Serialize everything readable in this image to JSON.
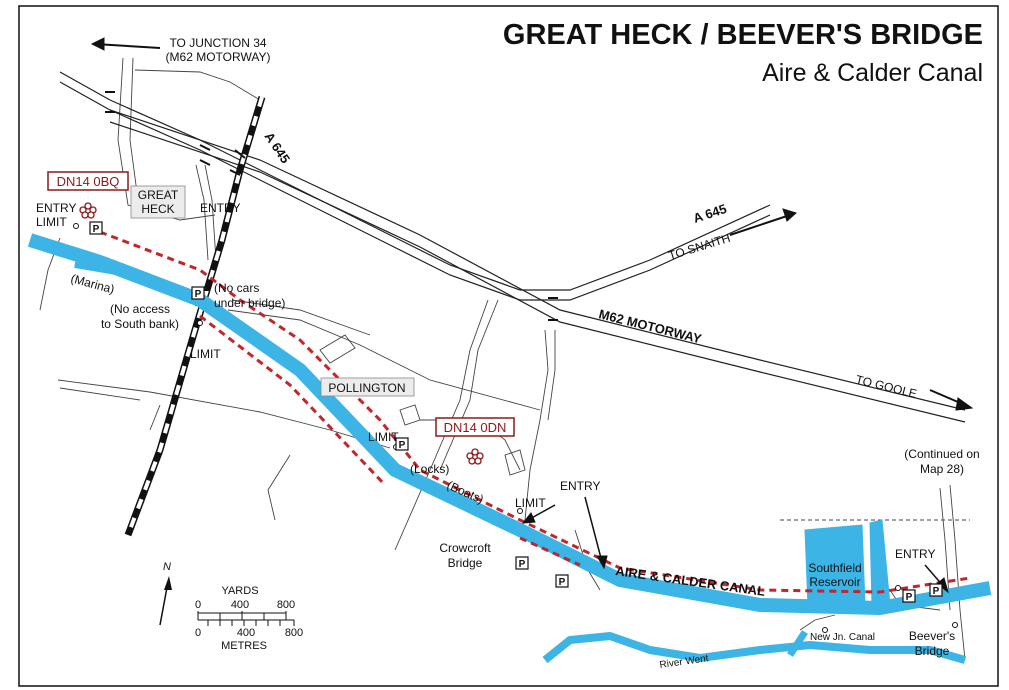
{
  "title": "GREAT HECK / BEEVER'S BRIDGE",
  "subtitle": "Aire & Calder Canal",
  "roads": {
    "junction_line1": "TO JUNCTION 34",
    "junction_line2": "(M62 MOTORWAY)",
    "a645_north": "A 645",
    "a645_east": "A 645",
    "to_snaith": "TO SNAITH",
    "m62": "M62 MOTORWAY",
    "to_goole": "TO GOOLE"
  },
  "places": {
    "great_heck_line1": "GREAT",
    "great_heck_line2": "HECK",
    "pollington": "POLLINGTON",
    "crowcroft_line1": "Crowcroft",
    "crowcroft_line2": "Bridge",
    "beevers_line1": "Beever's",
    "beevers_line2": "Bridge",
    "southfield_line1": "Southfield",
    "southfield_line2": "Reservoir",
    "river_went": "River Went",
    "new_jn_canal": "New Jn. Canal",
    "canal_name": "AIRE & CALDER CANAL"
  },
  "postcodes": {
    "west": "DN14 0BQ",
    "east": "DN14 0DN"
  },
  "annotations": {
    "entry_west": "ENTRY",
    "limit_west": "LIMIT",
    "entry_heck": "ENTRY",
    "marina": "(Marina)",
    "no_cars_line1": "(No cars",
    "no_cars_line2": "under bridge)",
    "no_access_line1": "(No access",
    "no_access_line2": "to South bank)",
    "limit_rail": "LIMIT",
    "limit_locks": "LIMIT",
    "locks": "(Locks)",
    "boats": "(Boats)",
    "limit_crowcroft": "LIMIT",
    "entry_crowcroft": "ENTRY",
    "continued_line1": "(Continued on",
    "continued_line2": "Map 28)",
    "entry_east": "ENTRY",
    "parking": "P"
  },
  "scale": {
    "north": "N",
    "yards_label": "YARDS",
    "yards_ticks": [
      "0",
      "400",
      "800"
    ],
    "metres_ticks": [
      "0",
      "400",
      "800"
    ],
    "metres_label": "METRES"
  },
  "colors": {
    "canal": "#3cb4e6",
    "towpath": "#c0262c",
    "postcode": "#8b1a1a"
  }
}
